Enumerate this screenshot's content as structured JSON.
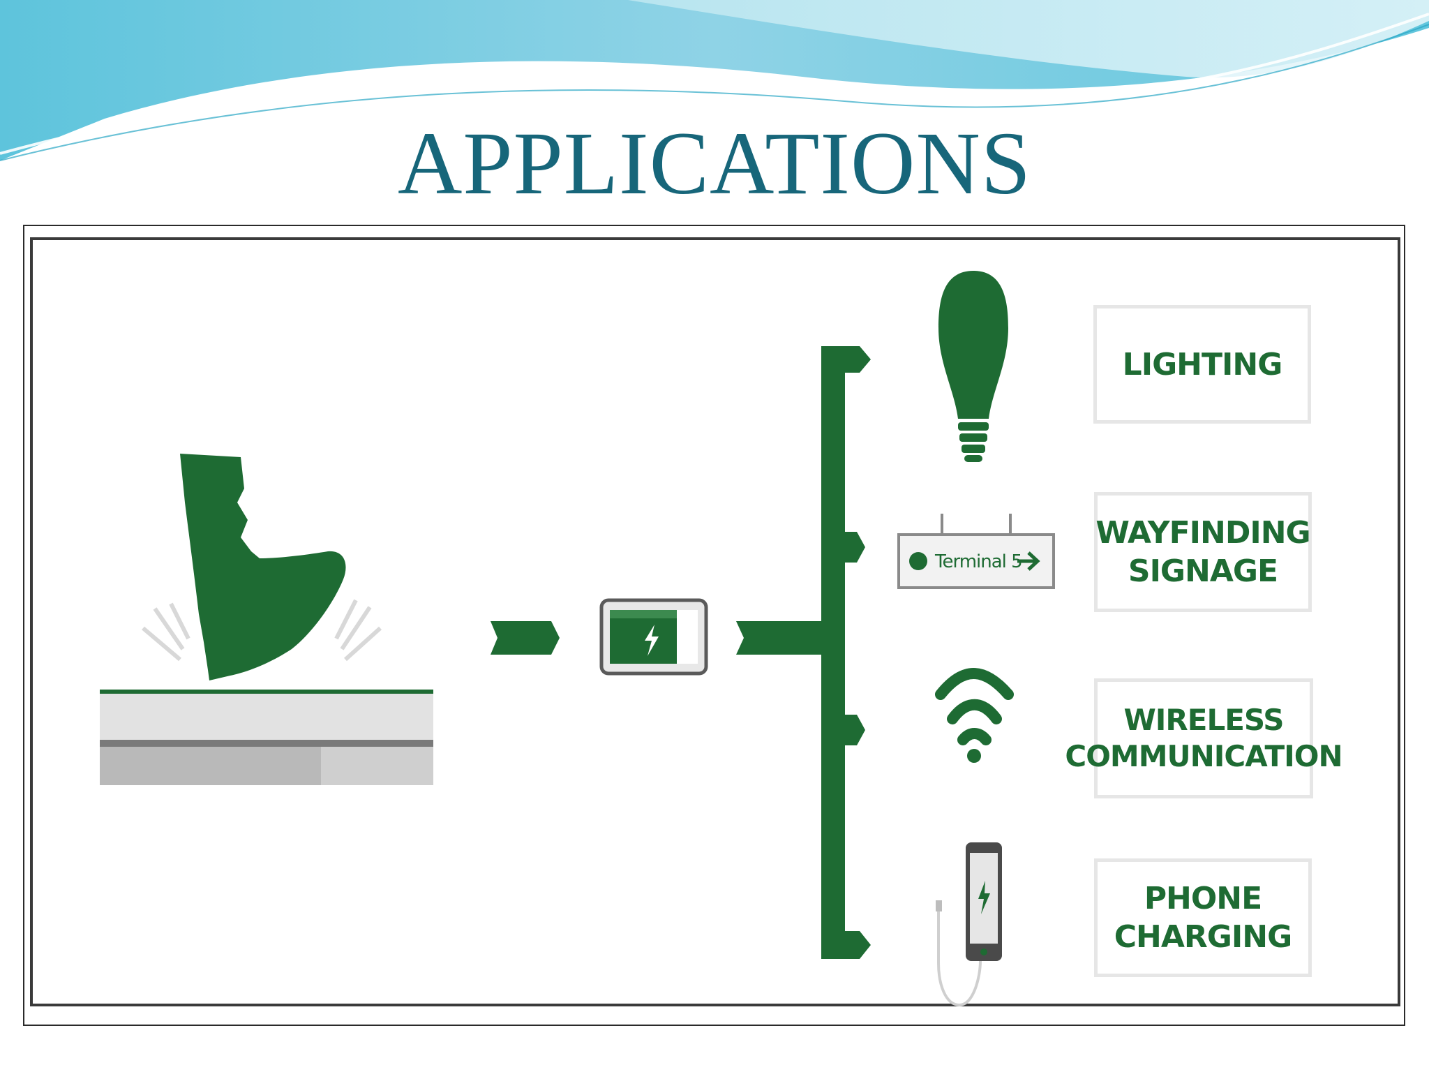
{
  "slide": {
    "title": "APPLICATIONS"
  },
  "diagram": {
    "sign_text": "Terminal 5",
    "outputs": {
      "lighting": {
        "lines": [
          "LIGHTING"
        ]
      },
      "signage": {
        "lines": [
          "WAYFINDING",
          "SIGNAGE"
        ]
      },
      "wireless": {
        "lines": [
          "WIRELESS",
          "COMMUNICATION"
        ]
      },
      "phone": {
        "lines": [
          "PHONE",
          "CHARGING"
        ]
      }
    }
  },
  "colors": {
    "title": "#17667a",
    "green": "#1e6b33",
    "gray_light": "#e2e2e2",
    "gray_dark": "#9a9a9a"
  },
  "icons": [
    "boot-icon",
    "battery-icon",
    "lightbulb-icon",
    "sign-icon",
    "wifi-icon",
    "phone-icon"
  ]
}
